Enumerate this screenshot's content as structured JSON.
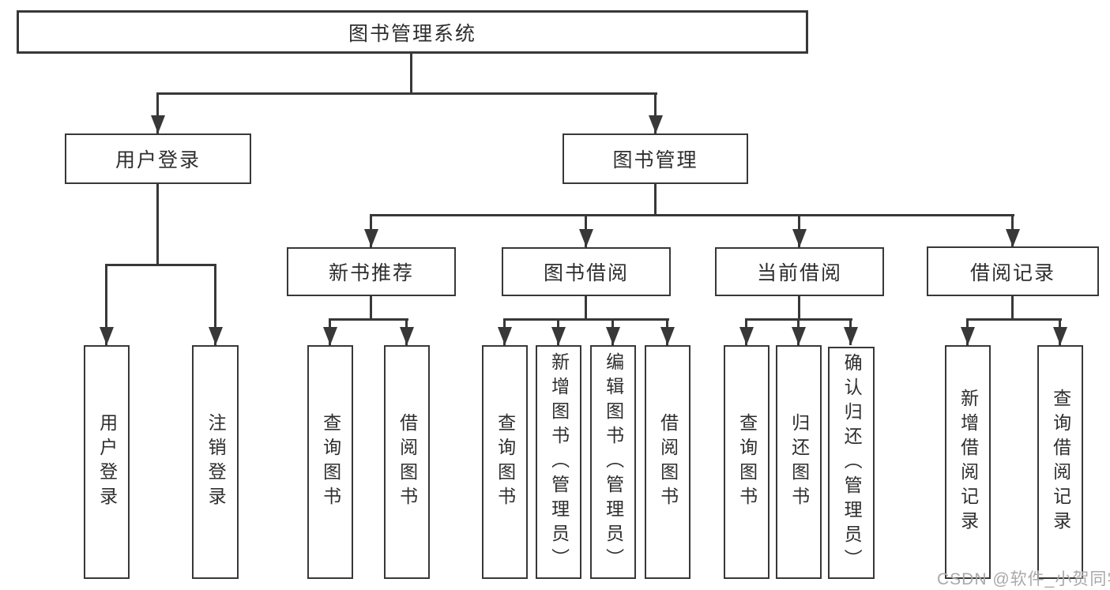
{
  "root_label": "图书管理系统",
  "level2": {
    "user_login": "用户登录",
    "book_mgmt": "图书管理"
  },
  "user_login_children": [
    "用户登录",
    "注销登录"
  ],
  "groups": [
    {
      "label": "新书推荐",
      "children": [
        "查询图书",
        "借阅图书"
      ]
    },
    {
      "label": "图书借阅",
      "children": [
        "查询图书",
        "新增图书（管理员）",
        "编辑图书（管理员）",
        "借阅图书"
      ]
    },
    {
      "label": "当前借阅",
      "children": [
        "查询图书",
        "归还图书",
        "确认归还（管理员）"
      ]
    },
    {
      "label": "借阅记录",
      "children": [
        "新增借阅记录",
        "查询借阅记录"
      ]
    }
  ],
  "watermark": "CSDN @软件_小贺同学",
  "colors": {
    "line": "#383838",
    "text": "#2e2e2e",
    "watermark": "#a9a9a9",
    "background": "#ffffff"
  }
}
